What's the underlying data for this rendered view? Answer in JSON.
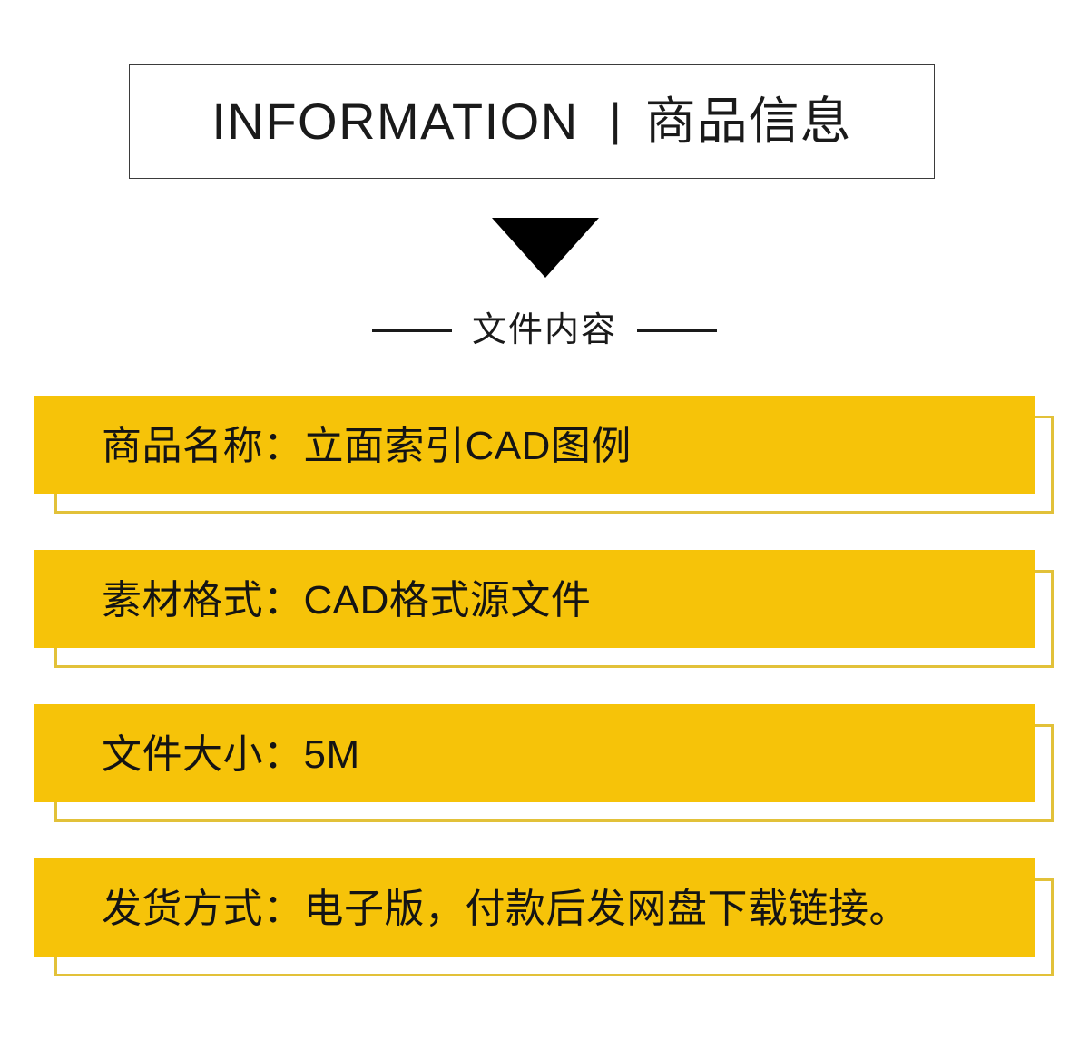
{
  "header": {
    "title_en": "INFORMATION",
    "separator": "|",
    "title_cn": "商品信息"
  },
  "divider": {
    "label": "文件内容",
    "arrow_icon": "down-triangle-icon"
  },
  "info_rows": [
    {
      "label": "商品名称：",
      "value": "立面索引CAD图例",
      "full_text": "商品名称：立面索引CAD图例"
    },
    {
      "label": "素材格式：",
      "value": "CAD格式源文件",
      "full_text": "素材格式：CAD格式源文件"
    },
    {
      "label": "文件大小：",
      "value": "5M",
      "full_text": "文件大小：5M"
    },
    {
      "label": "发货方式：",
      "value": "电子版，付款后发网盘下载链接。",
      "full_text": "发货方式：电子版，付款后发网盘下载链接。"
    }
  ],
  "colors": {
    "bar_yellow": "#F6C309",
    "outline_yellow": "#E2C139",
    "text_black": "#141414",
    "border_gray": "#3B3B3B",
    "background": "#FFFFFF"
  }
}
